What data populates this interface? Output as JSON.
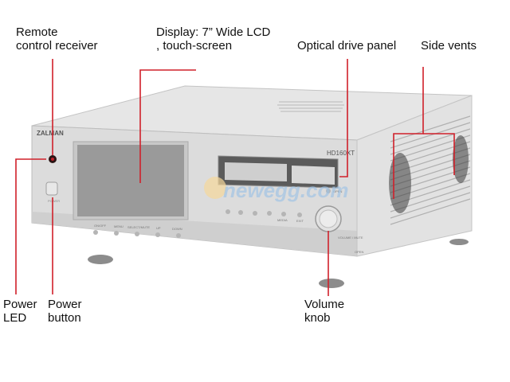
{
  "labels": {
    "remote": "Remote\ncontrol receiver",
    "display": "Display: 7” Wide LCD\n, touch-screen",
    "optical": "Optical drive panel",
    "vents": "Side vents",
    "power_led": "Power\nLED",
    "power_button": "Power\nbutton",
    "volume": "Volume\nknob"
  },
  "device": {
    "brand": "ZALMAN",
    "model": "HD160XT",
    "buttons": [
      "ON/OFF",
      "MENU",
      "SELECT/MUTE",
      "UP",
      "DOWN"
    ],
    "power_label": "POWER",
    "volume_label": "VOLUME / MUTE",
    "open_label": "OPEN",
    "media_labels": [
      "MEDIA",
      "EXIT"
    ],
    "eject_label": "OPEN"
  },
  "watermark": "newegg.com",
  "colors": {
    "leader": "#d0202a",
    "case": "#d9d9d9",
    "lcd": "#9a9a9a"
  }
}
